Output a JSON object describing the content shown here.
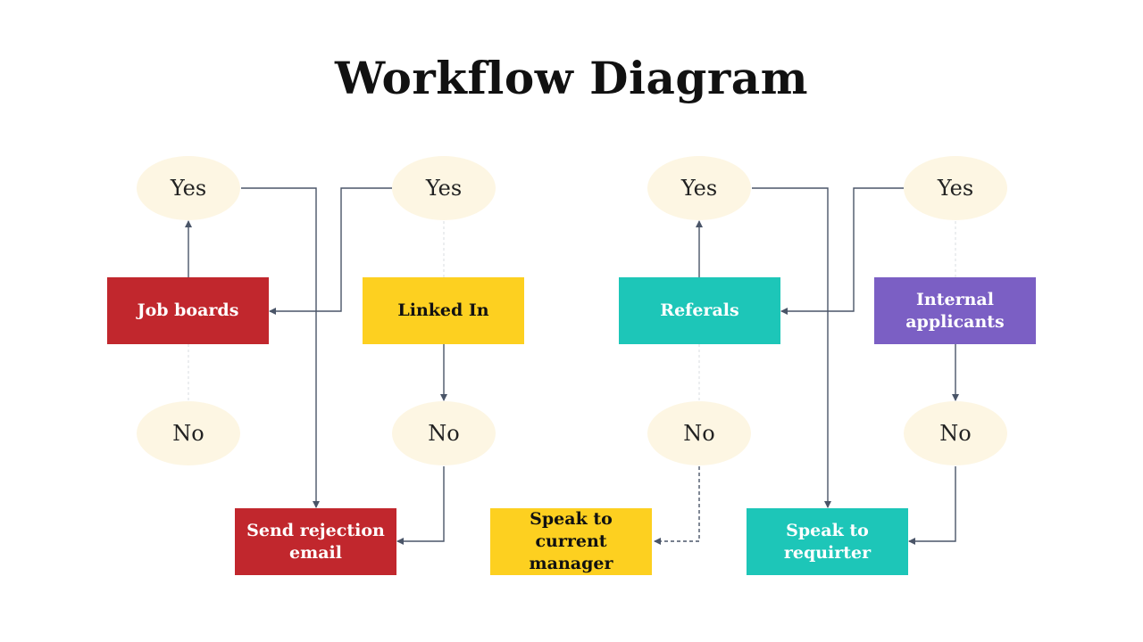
{
  "title": "Workflow Diagram",
  "nodes": {
    "yes_1": "Yes",
    "yes_2": "Yes",
    "yes_3": "Yes",
    "yes_4": "Yes",
    "no_1": "No",
    "no_2": "No",
    "no_3": "No",
    "no_4": "No",
    "job_boards": "Job boards",
    "linked_in": "Linked In",
    "referals": "Referals",
    "internal_applicants": "Internal applicants",
    "send_rejection_email": "Send rejection email",
    "speak_to_current_manager": "Speak to current manager",
    "speak_to_requirter": "Speak to requirter"
  },
  "colors": {
    "red": "#C1272D",
    "yellow": "#FDD020",
    "teal": "#1DC6B8",
    "purple": "#7B5FC4",
    "oval": "#FDF6E3",
    "connector": "#4A5568"
  }
}
